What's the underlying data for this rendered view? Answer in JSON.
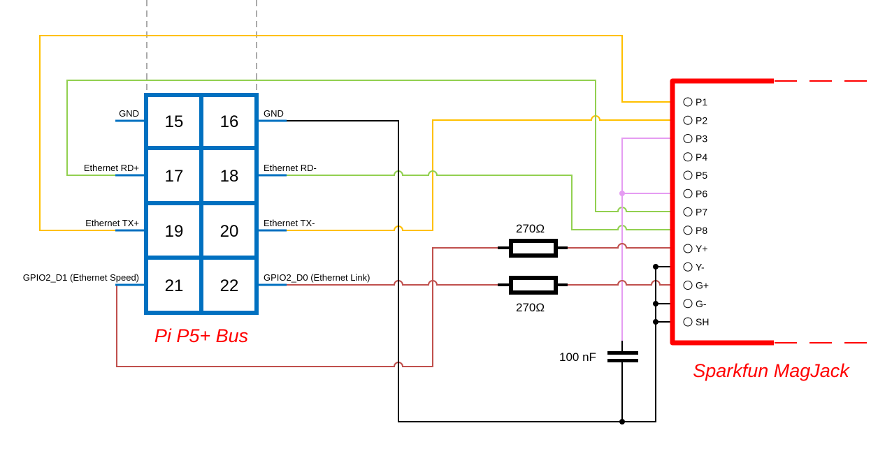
{
  "header_block": {
    "title": "Pi P5+ Bus",
    "pins": [
      {
        "number": "15",
        "label": "GND"
      },
      {
        "number": "16",
        "label": "GND"
      },
      {
        "number": "17",
        "label": "Ethernet RD+"
      },
      {
        "number": "18",
        "label": "Ethernet RD-"
      },
      {
        "number": "19",
        "label": "Ethernet TX+"
      },
      {
        "number": "20",
        "label": "Ethernet TX-"
      },
      {
        "number": "21",
        "label": "GPIO2_D1 (Ethernet Speed)"
      },
      {
        "number": "22",
        "label": "GPIO2_D0 (Ethernet Link)"
      }
    ]
  },
  "magjack": {
    "title": "Sparkfun MagJack",
    "pins": [
      "P1",
      "P2",
      "P3",
      "P4",
      "P5",
      "P6",
      "P7",
      "P8",
      "Y+",
      "Y-",
      "G+",
      "G-",
      "SH"
    ]
  },
  "components": {
    "resistor_top": {
      "value": "270Ω"
    },
    "resistor_bottom": {
      "value": "270Ω"
    },
    "capacitor": {
      "value": "100 nF"
    }
  },
  "colors": {
    "header_blue": "#0070c0",
    "tx_yellow": "#ffc000",
    "rd_green": "#92d050",
    "led_red": "#c0504d",
    "pink": "#e59cf2",
    "ground_black": "#000000",
    "magjack_red": "#ff0000"
  }
}
